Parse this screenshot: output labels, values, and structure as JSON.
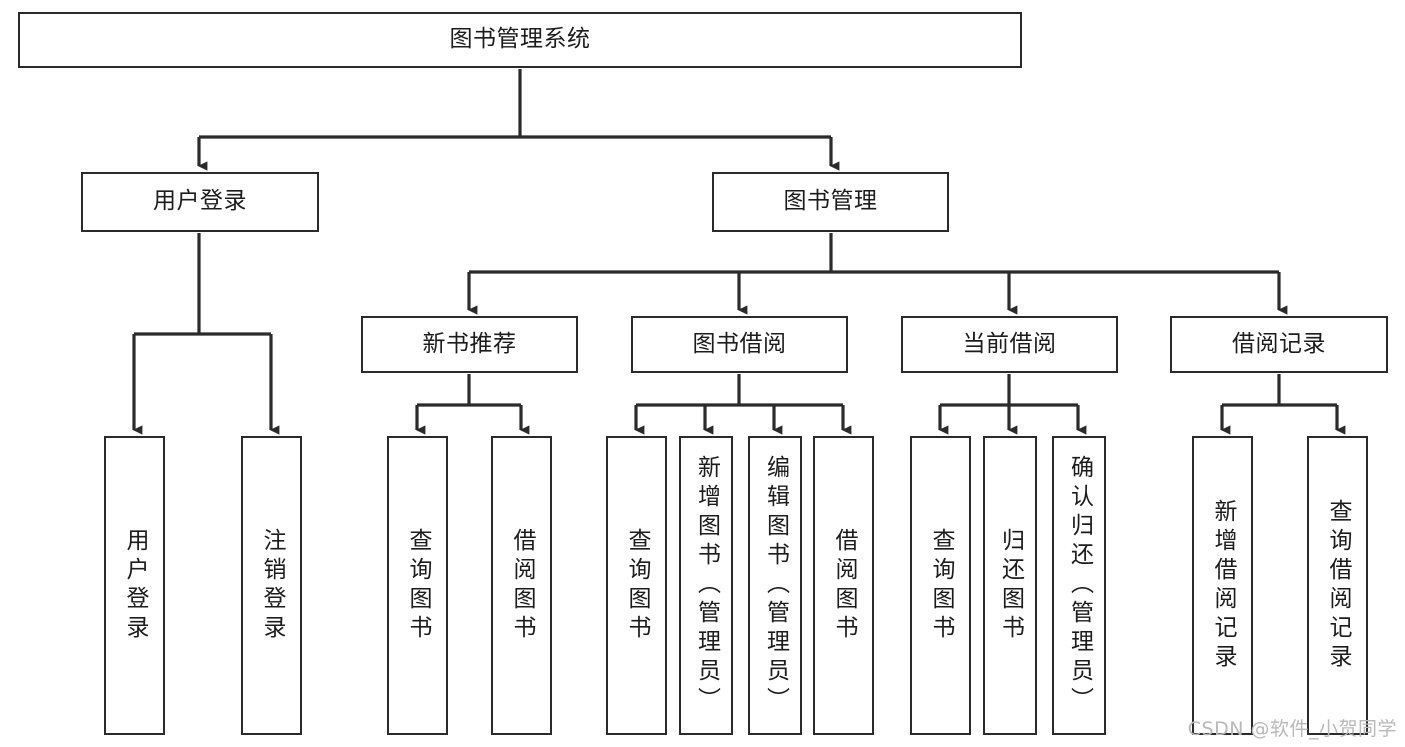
{
  "diagram": {
    "title": "图书管理系统",
    "type": "tree-hierarchy",
    "root": {
      "id": "root",
      "label": "图书管理系统"
    },
    "level2": [
      {
        "id": "user-login",
        "label": "用户登录"
      },
      {
        "id": "book-management",
        "label": "图书管理"
      }
    ],
    "level3": [
      {
        "id": "new-book-recommend",
        "label": "新书推荐",
        "parent": "book-management"
      },
      {
        "id": "book-borrow",
        "label": "图书借阅",
        "parent": "book-management"
      },
      {
        "id": "current-borrow",
        "label": "当前借阅",
        "parent": "book-management"
      },
      {
        "id": "borrow-record",
        "label": "借阅记录",
        "parent": "book-management"
      }
    ],
    "leaves": [
      {
        "id": "leaf-user-login",
        "label": "用户登录",
        "parent": "user-login"
      },
      {
        "id": "leaf-logout-login",
        "label": "注销登录",
        "parent": "user-login"
      },
      {
        "id": "leaf-query-book-1",
        "label": "查询图书",
        "parent": "new-book-recommend"
      },
      {
        "id": "leaf-borrow-book-1",
        "label": "借阅图书",
        "parent": "new-book-recommend"
      },
      {
        "id": "leaf-query-book-2",
        "label": "查询图书",
        "parent": "book-borrow"
      },
      {
        "id": "leaf-add-book",
        "label": "新增图书（管理员）",
        "parent": "book-borrow"
      },
      {
        "id": "leaf-edit-book",
        "label": "编辑图书（管理员）",
        "parent": "book-borrow"
      },
      {
        "id": "leaf-borrow-book-2",
        "label": "借阅图书",
        "parent": "book-borrow"
      },
      {
        "id": "leaf-query-book-3",
        "label": "查询图书",
        "parent": "current-borrow"
      },
      {
        "id": "leaf-return-book",
        "label": "归还图书",
        "parent": "current-borrow"
      },
      {
        "id": "leaf-confirm-return",
        "label": "确认归还（管理员）",
        "parent": "current-borrow"
      },
      {
        "id": "leaf-add-record",
        "label": "新增借阅记录",
        "parent": "borrow-record"
      },
      {
        "id": "leaf-query-record",
        "label": "查询借阅记录",
        "parent": "borrow-record"
      }
    ],
    "watermark": "CSDN @软件_小贺同学",
    "colors": {
      "stroke": "#2b2b2b",
      "fill": "#ffffff",
      "text": "#1c1c1c",
      "watermark": "#b9b9b9"
    }
  }
}
